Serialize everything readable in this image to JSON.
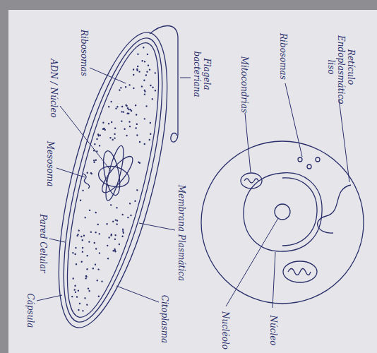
{
  "diagram": {
    "labels": [
      "Cápsula",
      "Pared Celular",
      "Mesosoma",
      "ADN / Núcleo",
      "Ribosomas",
      "Flagela bacteriana",
      "Membrana Plasmática",
      "Citoplasma",
      "Mitocondrias",
      "Ribosomas",
      "Retículo Endoplasmático liso",
      "Nucléolo",
      "Núcleo"
    ]
  }
}
